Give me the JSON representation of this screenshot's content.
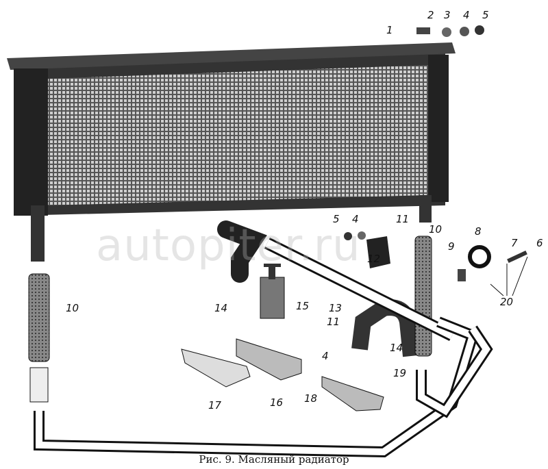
{
  "caption": "Рис. 9. Масляный радиатор",
  "watermark": "autopiter.ru",
  "part_labels": [
    "1",
    "2",
    "3",
    "4",
    "5",
    "5",
    "4",
    "11",
    "10",
    "8",
    "9",
    "7",
    "6",
    "12",
    "20",
    "14",
    "15",
    "13",
    "11",
    "4",
    "14",
    "10",
    "19",
    "17",
    "16",
    "18"
  ]
}
